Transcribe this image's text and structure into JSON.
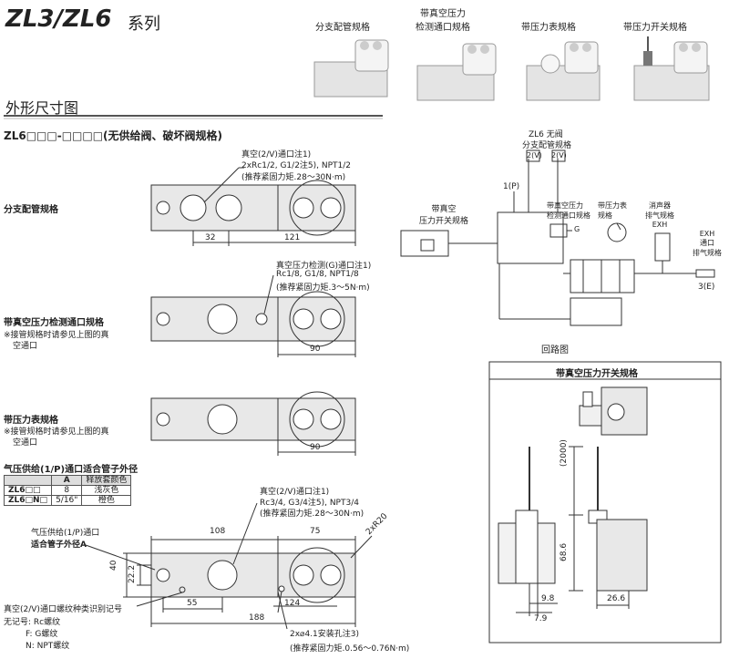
{
  "header": {
    "title_main": "ZL3/ZL6",
    "title_suffix": "系列",
    "variants": [
      {
        "label": "分支配管规格"
      },
      {
        "label": "带真空压力\n检测通口规格"
      },
      {
        "label": "带压力表规格"
      },
      {
        "label": "带压力开关规格"
      }
    ]
  },
  "section": {
    "heading": "外形尺寸图",
    "model_code": "ZL6□□□-□□□□(无供给阀、破坏阀规格)"
  },
  "views": {
    "branch": {
      "label": "分支配管规格",
      "callout_1": "真空(2/V)通口注1)",
      "callout_2": "2xRc1/2, G1/2注5), NPT1/2",
      "callout_3": "(推荐紧固力矩.28～30N·m)",
      "dim_32": "32",
      "dim_121": "121"
    },
    "detect": {
      "label": "带真空压力检测通口规格",
      "note_1": "※接管规格时请参见上图的真",
      "note_2": "空通口",
      "callout_1": "真空压力检测(G)通口注1)",
      "callout_2": "Rc1/8, G1/8, NPT1/8",
      "callout_3": "(推荐紧固力矩.3～5N·m)",
      "dim_90": "90"
    },
    "gauge": {
      "label": "带压力表规格",
      "note_1": "※接管规格时请参见上图的真",
      "note_2": "空通口",
      "dim_90": "90"
    },
    "main": {
      "callout_1": "真空(2/V)通口注1)",
      "callout_2": "Rc3/4, G3/4注5), NPT3/4",
      "callout_3": "(推荐紧固力矩.28～30N·m)",
      "supply_1": "气压供给(1/P)通口",
      "supply_2": "适合管子外径A",
      "dim_108": "108",
      "dim_75": "75",
      "dim_2xR20": "2xR20",
      "dim_40": "40",
      "dim_22_2": "22.2",
      "dim_55": "55",
      "dim_124": "124",
      "dim_188": "188",
      "mount_1": "2x⌀4.1安装孔注3)",
      "mount_2": "(推荐紧固力矩.0.56～0.76N·m)",
      "thread_1": "真空(2/V)通口螺纹种类识别记号",
      "thread_2": "无记号: Rc螺纹",
      "thread_3": "F: G螺纹",
      "thread_4": "N: NPT螺纹"
    }
  },
  "tube_table": {
    "title": "气压供给(1/P)通口适合管子外径",
    "headers": [
      "",
      "A",
      "释放套颜色"
    ],
    "rows": [
      [
        "ZL6□□",
        "8",
        "浅灰色"
      ],
      [
        "ZL6□N□",
        "5/16\"",
        "橙色"
      ]
    ]
  },
  "circuit": {
    "title": "ZL6 无阀",
    "branch_label": "分支配管规格",
    "port_2v": "2(V)",
    "port_1p": "1(P)",
    "switch_label": "带真空\n压力开关规格",
    "detect_label": "带真空压力\n检测通口规格",
    "gauge_label": "带压力表\n规格",
    "silencer_label": "消声器\n排气规格\nEXH",
    "exh_label": "EXH\n通口\n排气规格",
    "g_label": "G",
    "exh_port": "3(E)",
    "caption": "回路图"
  },
  "switch_detail": {
    "title": "带真空压力开关规格",
    "dim_2000": "(2000)",
    "dim_68_6": "68.6",
    "dim_9_8": "9.8",
    "dim_7_9": "7.9",
    "dim_26_6": "26.6"
  },
  "colors": {
    "body_fill": "#e8e8e8",
    "line": "#333333",
    "heading_rule": "#555555"
  }
}
